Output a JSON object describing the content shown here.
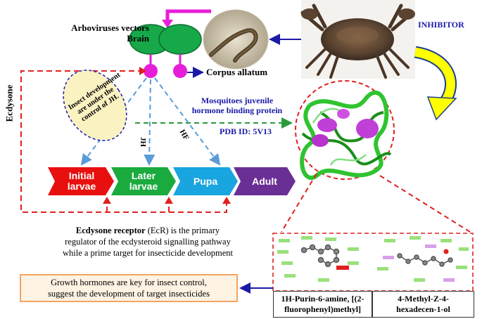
{
  "brain": {
    "line1": "Arboviruses vectors",
    "line2": "Brain"
  },
  "corpus_allatum": "Corpus allatum",
  "ecdysone_side": "Ecdysone",
  "oval_text": {
    "line1": "Insect development",
    "line2": "are under the",
    "line3": "control of JH."
  },
  "arrow_labels": {
    "jh": "JH",
    "hf": "HF"
  },
  "inhibitor": "INHIBITOR",
  "protein": {
    "line1": "Mosquitoes juvenile",
    "line2": "hormone binding protein",
    "pdb": "PDB ID: 5V13"
  },
  "stages": [
    {
      "line1": "Initial",
      "line2": "larvae",
      "color": "#e8100f"
    },
    {
      "line1": "Later",
      "line2": "larvae",
      "color": "#1aaa3e"
    },
    {
      "line1": "Pupa",
      "line2": "",
      "color": "#19a5e0"
    },
    {
      "line1": "Adult",
      "line2": "",
      "color": "#6a2f94"
    }
  ],
  "ecr": {
    "bold": "Ecdysone receptor",
    "line1_rest": " (EcR) is the primary",
    "line2": "regulator of the ecdysteroid signalling pathway",
    "line3": "while a prime target for insecticide development"
  },
  "growth": {
    "line1": "Growth hormones are key for insect control,",
    "line2": "suggest the development of target insecticides"
  },
  "compounds": [
    {
      "line1": "1H-Purin-6-amine, [(2-",
      "line2": "fluorophenyl)methyl]"
    },
    {
      "line1": "4-Methyl-Z-4-",
      "line2": "hexadecen-1-ol"
    }
  ],
  "colors": {
    "dashed_red": "#e02020",
    "blue_arrow": "#1a1aa8",
    "brain_green": "#17a84a",
    "gland_magenta": "#e61ed7",
    "growth_box_border": "#f4a460",
    "growth_box_fill": "#fff3e3",
    "oval_fill": "#fbf2c2"
  }
}
